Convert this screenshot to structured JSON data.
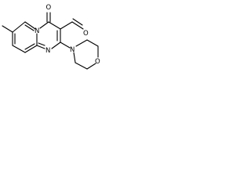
{
  "atoms": {
    "carbonyl_oxygen": "O",
    "aldehyde_oxygen": "O",
    "pyridine_nitrogen": "N",
    "pyrimidine_nitrogen": "N",
    "morpholine_nitrogen": "N",
    "morpholine_oxygen": "O"
  },
  "colors": {
    "bond": "#000000",
    "background": "#ffffff"
  }
}
